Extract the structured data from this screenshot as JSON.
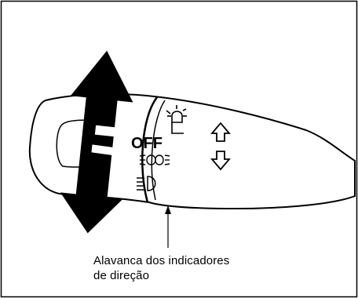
{
  "controls": {
    "off_label": "OFF"
  },
  "caption": {
    "line1": "Alavanca dos indicadores",
    "line2": "de direção"
  },
  "icons": [
    "parking-light-icon",
    "low-beam-icon",
    "high-beam-icon",
    "arrow-up-icon",
    "arrow-down-icon",
    "rotate-arrow-icon"
  ],
  "colors": {
    "line": "#000000",
    "background": "#ffffff"
  }
}
